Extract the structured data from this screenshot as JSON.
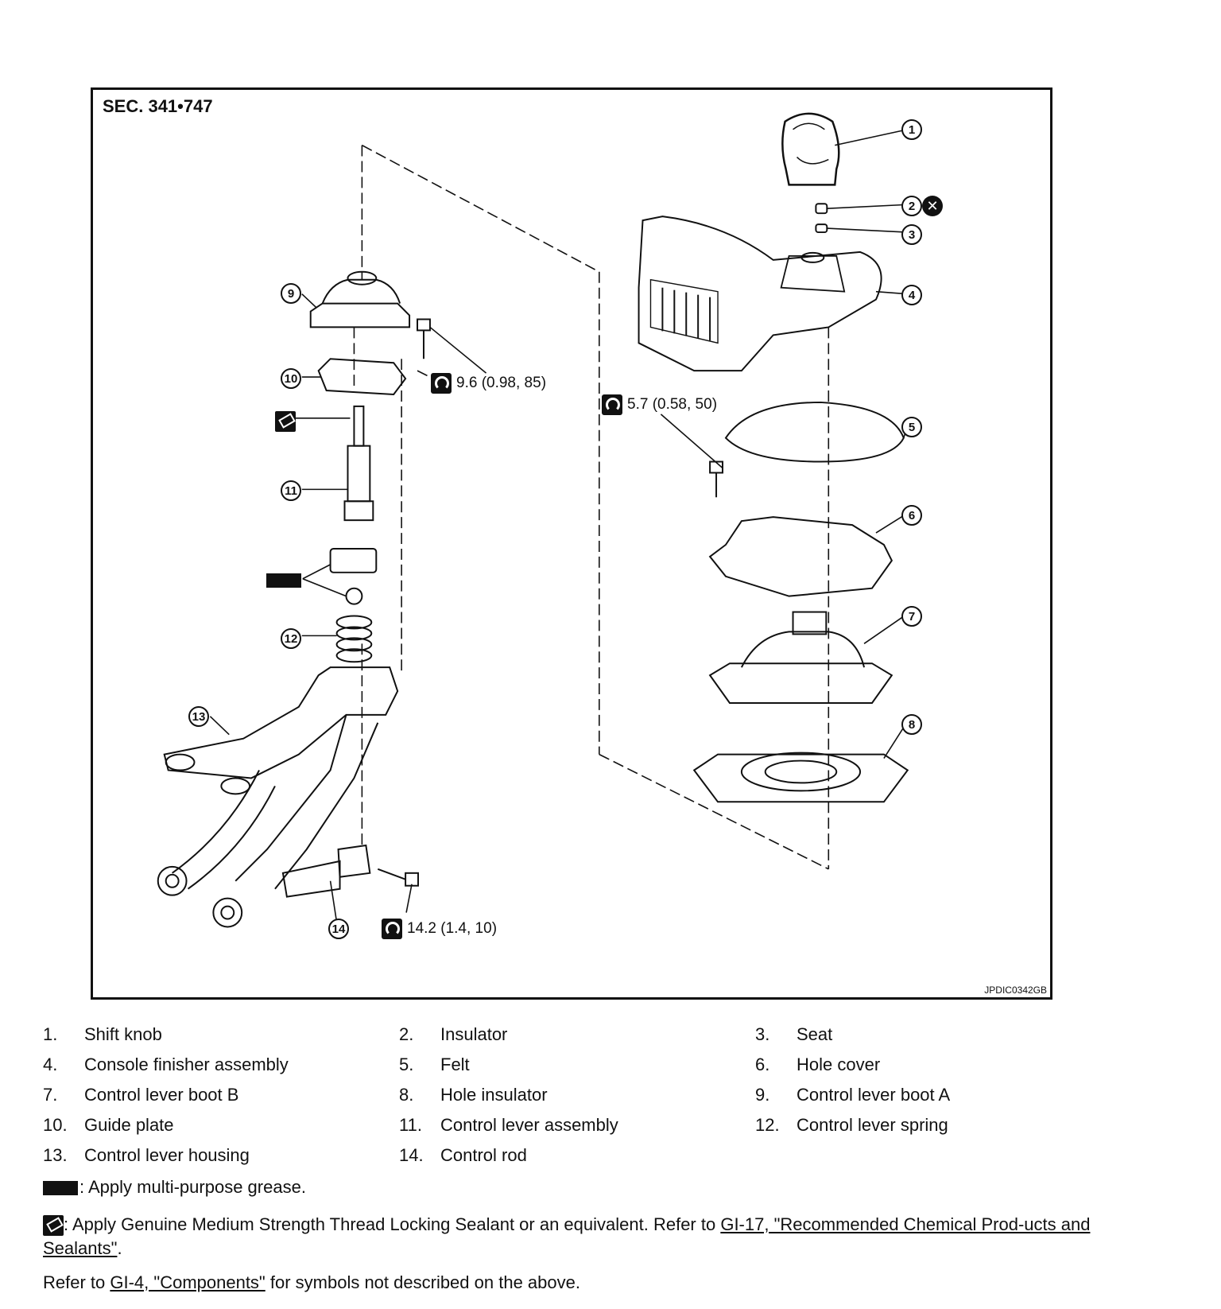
{
  "diagram": {
    "section": "SEC. 341•747",
    "figure_code": "JPDIC0342GB",
    "torques": {
      "t1": "9.6 (0.98, 85)",
      "t2": "5.7 (0.58, 50)",
      "t3": "14.2 (1.4, 10)"
    },
    "callouts": [
      "1",
      "2",
      "3",
      "4",
      "5",
      "6",
      "7",
      "8",
      "9",
      "10",
      "11",
      "12",
      "13",
      "14"
    ]
  },
  "legend": [
    {
      "num": "1.",
      "label": "Shift knob"
    },
    {
      "num": "2.",
      "label": "Insulator"
    },
    {
      "num": "3.",
      "label": "Seat"
    },
    {
      "num": "4.",
      "label": "Console finisher assembly"
    },
    {
      "num": "5.",
      "label": "Felt"
    },
    {
      "num": "6.",
      "label": "Hole cover"
    },
    {
      "num": "7.",
      "label": "Control lever boot B"
    },
    {
      "num": "8.",
      "label": "Hole insulator"
    },
    {
      "num": "9.",
      "label": "Control lever boot A"
    },
    {
      "num": "10.",
      "label": "Guide plate"
    },
    {
      "num": "11.",
      "label": "Control lever assembly"
    },
    {
      "num": "12.",
      "label": "Control lever spring"
    },
    {
      "num": "13.",
      "label": "Control lever housing"
    },
    {
      "num": "14.",
      "label": "Control rod"
    }
  ],
  "notes": {
    "grease": ": Apply multi-purpose grease.",
    "sealant_prefix": ": Apply Genuine Medium Strength Thread Locking Sealant or an equivalent. Refer to ",
    "sealant_link": "GI-17, \"Recommended Chemical Prod-ucts and Sealants\"",
    "sealant_suffix": ".",
    "refer_prefix": "Refer to ",
    "refer_link": "GI-4, \"Components\"",
    "refer_suffix": " for symbols not described on the above."
  }
}
